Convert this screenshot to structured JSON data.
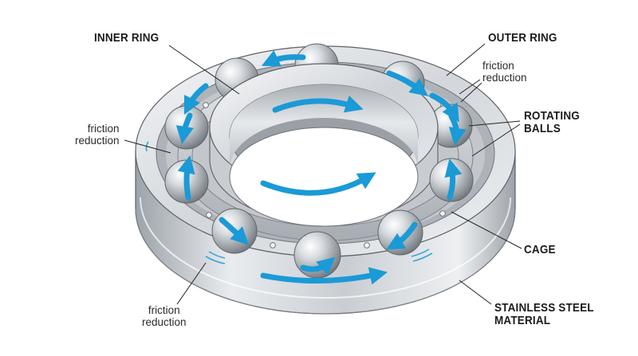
{
  "labels": {
    "inner_ring": "INNER RING",
    "outer_ring": "OUTER RING",
    "friction_top_right": [
      "friction",
      "reduction"
    ],
    "friction_left": [
      "friction",
      "reduction"
    ],
    "friction_bottom": [
      "friction",
      "reduction"
    ],
    "rotating_balls": [
      "ROTATING",
      "BALLS"
    ],
    "cage": "CAGE",
    "material": [
      "STAINLESS STEEL",
      "MATERIAL"
    ]
  },
  "colors": {
    "arrow": "#1a9ad6",
    "steel_light": "#eef0f2",
    "steel_mid": "#c4c8cd",
    "steel_dark": "#8a9097",
    "outline": "#5c6167",
    "leader": "#222222"
  }
}
